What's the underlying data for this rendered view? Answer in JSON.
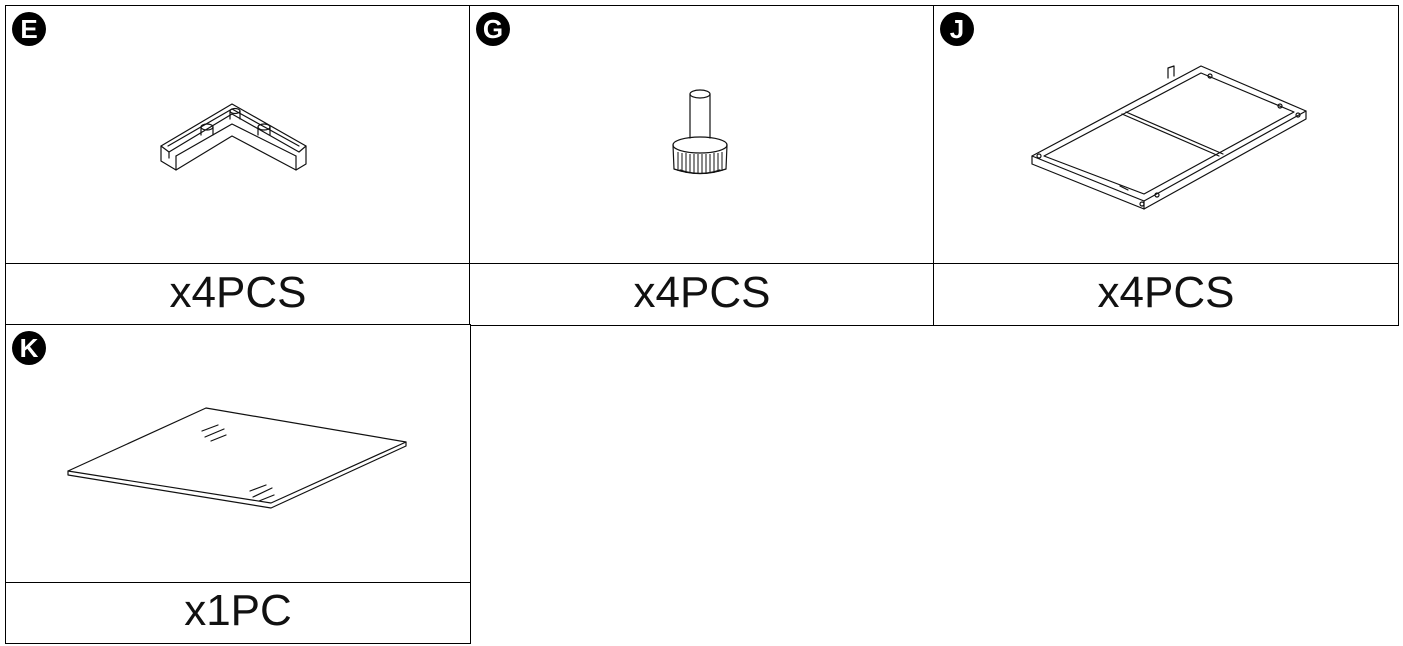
{
  "parts": [
    {
      "letter": "E",
      "quantity": "x4PCS",
      "icon": "l-bracket-corner-foot"
    },
    {
      "letter": "G",
      "quantity": "x4PCS",
      "icon": "adjustable-foot-screw"
    },
    {
      "letter": "J",
      "quantity": "x4PCS",
      "icon": "rectangular-frame-panel"
    },
    {
      "letter": "K",
      "quantity": "x1PC",
      "icon": "glass-sheet"
    }
  ]
}
